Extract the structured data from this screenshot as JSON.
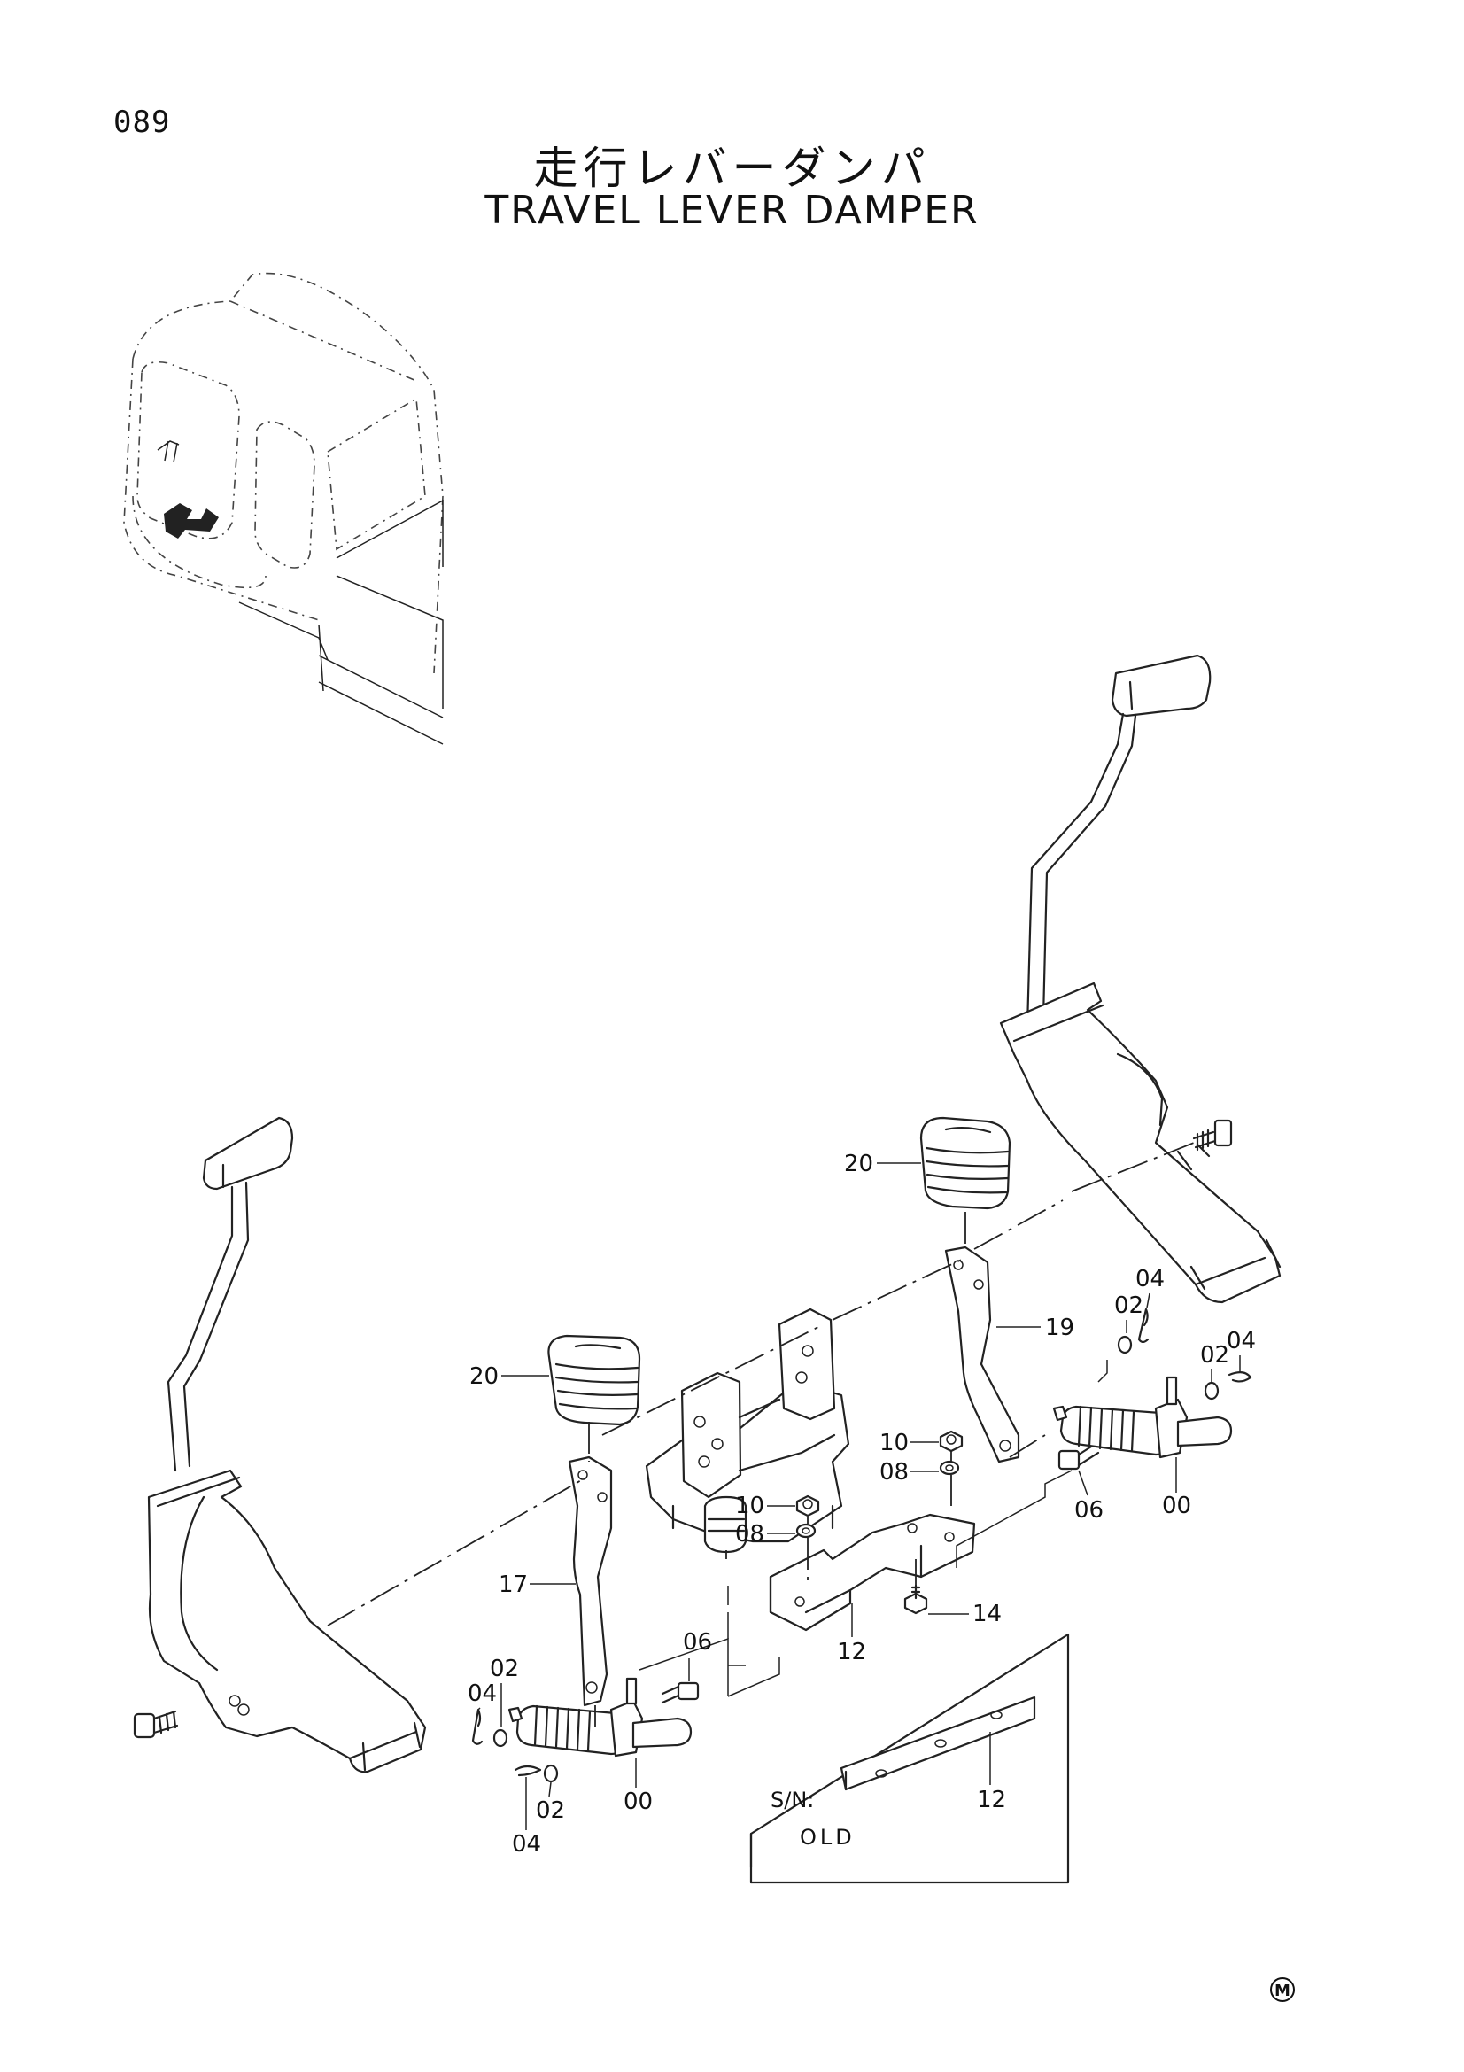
{
  "page_number": "089",
  "title_jp": "走行レバーダンパ",
  "title_en": "TRAVEL LEVER DAMPER",
  "callouts": {
    "c20a": "20",
    "c20b": "20",
    "c19": "19",
    "c17": "17",
    "c12": "12",
    "c12b": "12",
    "c14": "14",
    "c10a": "10",
    "c08a": "08",
    "c10b": "10",
    "c08b": "08",
    "c06a": "06",
    "c06b": "06",
    "c00a": "00",
    "c00b": "00",
    "c02a": "02",
    "c04a": "04",
    "c02b": "02",
    "c04b": "04",
    "c02c": "02",
    "c04c": "04",
    "c02d": "02",
    "c04d": "04"
  },
  "inset": {
    "sn_label": "S/N:",
    "sn_value": "OLD"
  },
  "mark": "M"
}
